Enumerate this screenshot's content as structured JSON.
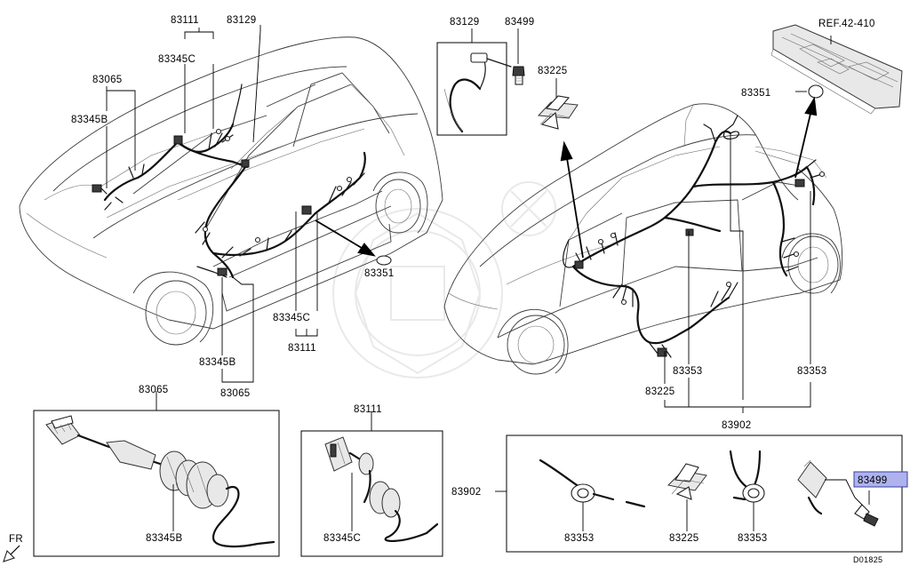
{
  "labels": {
    "top_83111": "83111",
    "top_83129_left": "83129",
    "lbl_83345C_top": "83345C",
    "lbl_83065_top": "83065",
    "lbl_83345B_top": "83345B",
    "lbl_83351_left": "83351",
    "lbl_83345C_bottom": "83345C",
    "lbl_83111_mid": "83111",
    "lbl_83345B_bottom": "83345B",
    "lbl_83065_mid": "83065",
    "lbl_83129_right": "83129",
    "lbl_83499_top": "83499",
    "lbl_83225_top": "83225",
    "lbl_ref": "REF.42-410",
    "lbl_83351_right": "83351",
    "lbl_83353_mid": "83353",
    "lbl_83225_mid": "83225",
    "lbl_83353_right": "83353",
    "lbl_83902_mid": "83902",
    "box1_title": "83065",
    "box1_part": "83345B",
    "box2_title": "83111",
    "box2_part": "83345C",
    "box3_side": "83902",
    "box3_p1": "83353",
    "box3_p2": "83225",
    "box3_p3": "83353",
    "box3_highlight": "83499",
    "fr_label": "FR",
    "diagram_code": "D01825"
  },
  "icons": [
    "front-direction-arrow-icon",
    "bolt-icon",
    "grommet-icon",
    "clip-icon",
    "connector-icon"
  ],
  "colors": {
    "highlight_fill": "#aeb3ee",
    "highlight_border": "#3b3f9c",
    "line": "#000000"
  }
}
